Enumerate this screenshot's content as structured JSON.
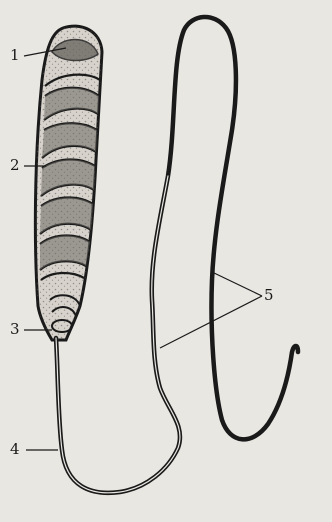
{
  "labels": [
    "1",
    "2",
    "3",
    "4",
    "5"
  ],
  "colors": {
    "background": "#e9e7e2",
    "ink": "#1a1a1a",
    "fill": "#d7d3cc",
    "stipple": "#5a5752"
  }
}
